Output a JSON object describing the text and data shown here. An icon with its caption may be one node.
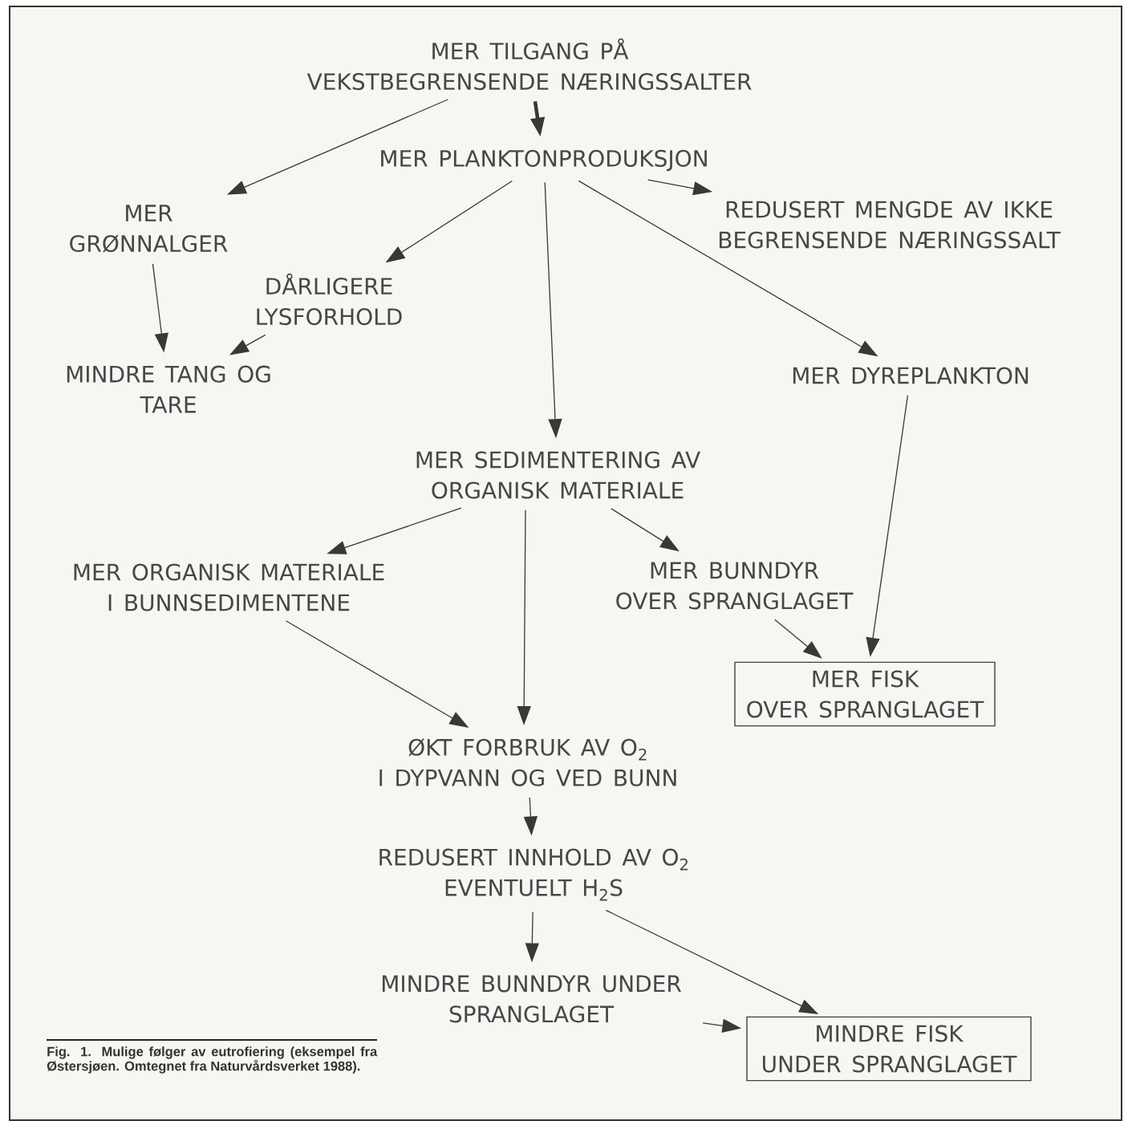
{
  "diagram": {
    "caption": "Fig. 1. Mulige følger av eutrofiering (eksempel fra Østersjøen. Omtegnet fra Naturvårdsverket 1988).",
    "nodes": [
      {
        "text": [
          "MER TILGANG PÅ VEKSTBEGRENSENDE NÆRINGSSALTER"
        ]
      },
      {
        "text": [
          "MER PLANKTONPRODUKSJON"
        ]
      },
      {
        "text": [
          "MER GRØNNALGER"
        ]
      },
      {
        "text": [
          "REDUSERT MENGDE AV IKKE BEGRENSENDE NÆRINGSSALT"
        ]
      },
      {
        "text": [
          "DÅRLIGERE LYSFORHOLD"
        ]
      },
      {
        "text": [
          "MINDRE TANG OG TARE"
        ]
      },
      {
        "text": [
          "MER DYREPLANKTON"
        ]
      },
      {
        "text": [
          "MER SEDIMENTERING AV ORGANISK MATERIALE"
        ]
      },
      {
        "text": [
          "MER ORGANISK MATERIALE I BUNNSEDIMENTENE"
        ]
      },
      {
        "text": [
          "MER BUNNDYR OVER SPRANGLAGET"
        ]
      },
      {
        "text": [
          "MER FISK OVER SPRANGLAGET"
        ]
      },
      {
        "text": [
          "ØKT FORBRUK AV O$_{2}$ I DYPVANN OG VED BUNN"
        ]
      },
      {
        "text": [
          "REDUSERT INNHOLD AV O$_{2}$ EVENTUELT H$_{2}$S"
        ]
      },
      {
        "text": [
          "MINDRE BUNNDYR UNDER SPRANGLAGET"
        ]
      },
      {
        "text": [
          "MINDRE FISK UNDER SPRANGLAGET"
        ]
      }
    ],
    "edges": [
      {
        "from": 0,
        "to": 2,
        "arrow": "to"
      },
      {
        "from": 0,
        "to": 1,
        "arrow": "to",
        "style": "thick"
      },
      {
        "from": 1,
        "to": 4,
        "arrow": "to"
      },
      {
        "from": 1,
        "to": 7,
        "arrow": "to"
      },
      {
        "from": 1,
        "to": 3,
        "arrow": "to"
      },
      {
        "from": 1,
        "to": 6,
        "arrow": "to"
      },
      {
        "from": 2,
        "to": 5,
        "arrow": "to"
      },
      {
        "from": 4,
        "to": 5,
        "arrow": "to"
      },
      {
        "from": 7,
        "to": 8,
        "arrow": "to"
      },
      {
        "from": 7,
        "to": 11,
        "arrow": "to"
      },
      {
        "from": 7,
        "to": 9,
        "arrow": "to"
      },
      {
        "from": 8,
        "to": 11,
        "arrow": "to"
      },
      {
        "from": 9,
        "to": 10,
        "arrow": "to"
      },
      {
        "from": 6,
        "to": 10,
        "arrow": "to"
      },
      {
        "from": 11,
        "to": 12,
        "arrow": "to"
      },
      {
        "from": 12,
        "to": 14,
        "arrow": "to"
      },
      {
        "from": 12,
        "to": 13,
        "arrow": "to"
      },
      {
        "from": 13,
        "to": 14,
        "arrow": "to"
      }
    ]
  }
}
